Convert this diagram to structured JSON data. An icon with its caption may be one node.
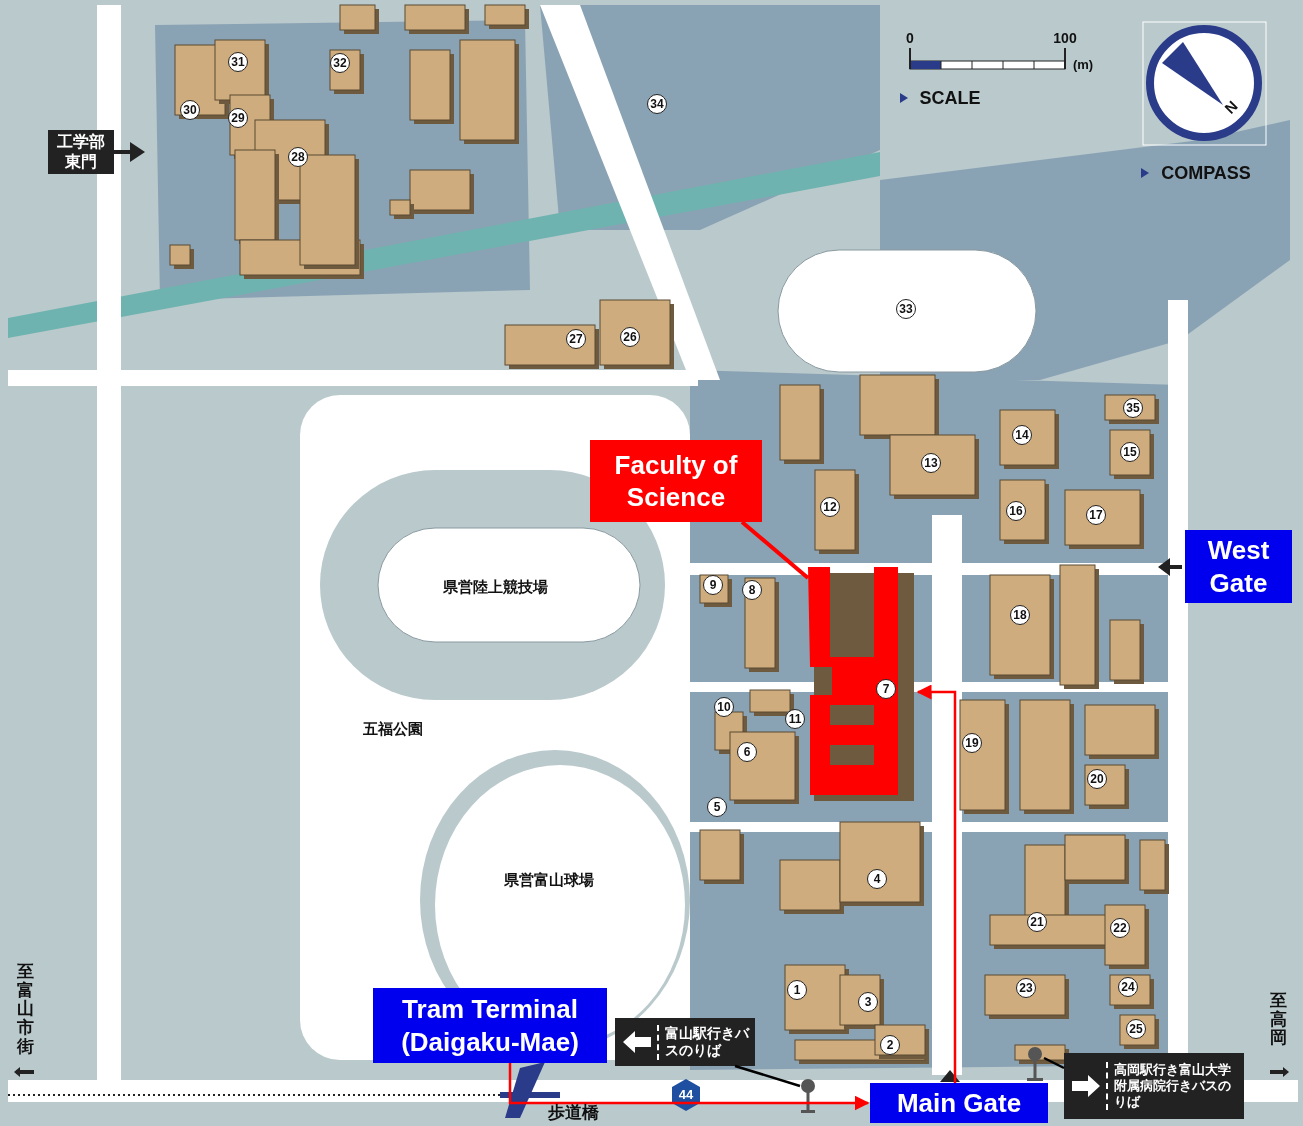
{
  "diagram": {
    "nodes": [
      {
        "text": [
          "工学部東門"
        ]
      },
      {
        "text": [
          "Faculty of Science"
        ]
      },
      {
        "text": [
          "7"
        ]
      },
      {
        "text": [
          "West Gate"
        ]
      },
      {
        "text": [
          "Tram Terminal (Daigaku-Mae)"
        ]
      },
      {
        "text": [
          "富山駅行きバスのりば"
        ]
      },
      {
        "text": [],
        "shape": "circle"
      },
      {
        "text": [
          "Main Gate"
        ]
      },
      {
        "text": [
          "高岡駅行き富山大学附属病院行きバスのりば"
        ]
      },
      {
        "text": [],
        "shape": "circle"
      }
    ],
    "edges": [
      {
        "from": 1,
        "to": 2,
        "arrow": "none",
        "color": "#ff0000"
      },
      {
        "from": 4,
        "to": 7,
        "arrow": "to",
        "color": "#ff0000"
      },
      {
        "from": 7,
        "to": 2,
        "arrow": "to",
        "color": "#ff0000"
      },
      {
        "from": 5,
        "to": 6,
        "arrow": "none",
        "color": "#000000"
      },
      {
        "from": 8,
        "to": 9,
        "arrow": "none",
        "color": "#000000"
      }
    ],
    "labels": [
      "0",
      "100",
      "31",
      "32",
      "(m)",
      "SCALE",
      "34",
      "30",
      "29",
      "N",
      "28",
      "COMPASS",
      "33",
      "27",
      "26",
      "35",
      "14",
      "15",
      "13",
      "12",
      "16",
      "17",
      "9",
      "8",
      "県営陸上競技場",
      "18",
      "10",
      "11",
      "五福公園",
      "19",
      "6",
      "20",
      "5",
      "4",
      "県営富山球場",
      "21",
      "22",
      "1",
      "3",
      "23",
      "24",
      "至富山市街",
      "至高岡",
      "25",
      "2",
      "44",
      "歩道橋"
    ]
  }
}
